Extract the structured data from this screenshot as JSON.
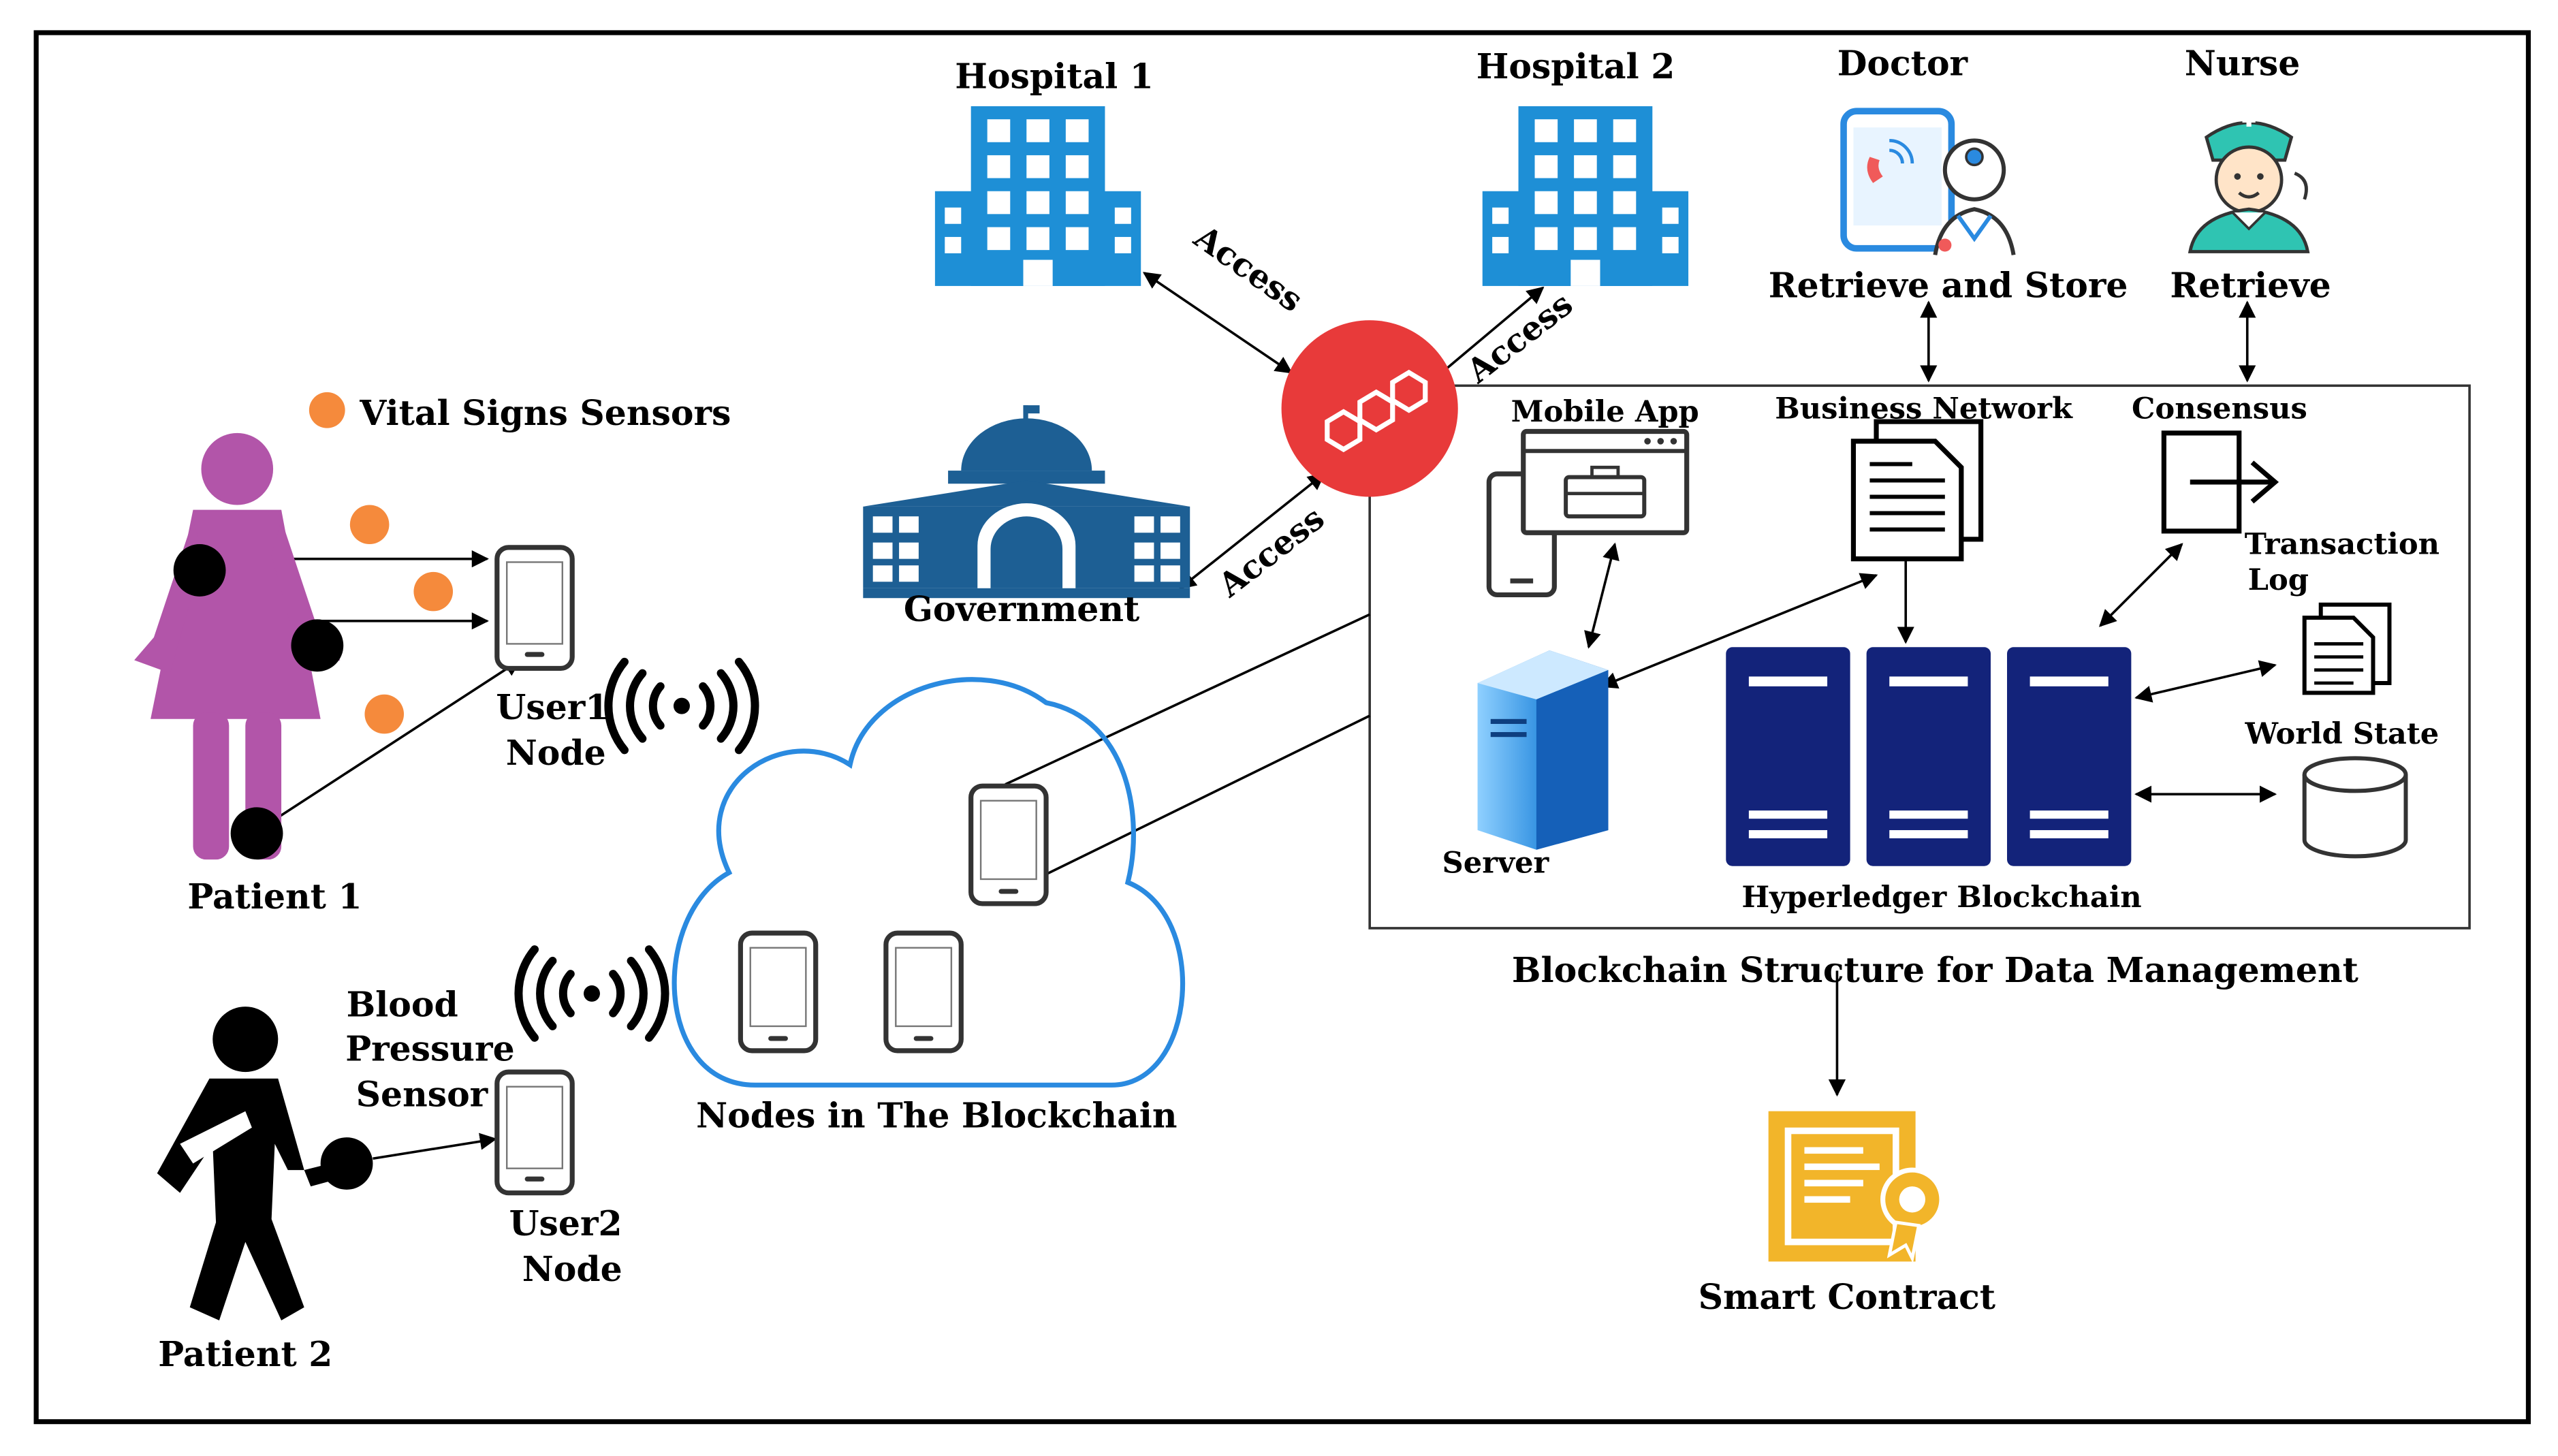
{
  "labels": {
    "hospital1": "Hospital 1",
    "hospital2": "Hospital 2",
    "doctor": "Doctor",
    "nurse": "Nurse",
    "government": "Government",
    "vital_signs_sensors": "Vital Signs Sensors",
    "patient1": "Patient 1",
    "patient2": "Patient 2",
    "user1_node_line1": "User1",
    "user1_node_line2": "Node",
    "user2_node_line1": "User2",
    "user2_node_line2": "Node",
    "bp_sensor_line1": "Blood",
    "bp_sensor_line2": "Pressure",
    "bp_sensor_line3": "Sensor",
    "nodes_in_blockchain": "Nodes in The Blockchain",
    "access_hospital1": "Access",
    "access_hospital2": "Access",
    "access_government": "Access",
    "retrieve_and_store": "Retrieve and Store",
    "retrieve": "Retrieve",
    "mobile_app": "Mobile App",
    "business_network": "Business Network",
    "consensus": "Consensus",
    "transaction_log_line1": "Transaction",
    "transaction_log_line2": "Log",
    "world_state": "World State",
    "server": "Server",
    "hyperledger_blockchain": "Hyperledger Blockchain",
    "blockchain_structure": "Blockchain Structure for Data Management",
    "smart_contract": "Smart Contract"
  },
  "icons": {
    "hospital": "hospital-building-icon",
    "government": "government-building-icon",
    "doctor": "doctor-phone-icon",
    "nurse": "nurse-icon",
    "blockchain_hub": "blockchain-hub-icon",
    "patient_female": "female-patient-icon",
    "patient_injured": "injured-patient-icon",
    "smartphone": "smartphone-icon",
    "wireless": "wireless-signal-icon",
    "cloud": "cloud-icon",
    "mobile_app": "mobile-app-icon",
    "business_network": "documents-icon",
    "consensus": "consensus-icon",
    "transaction_log": "transaction-log-icon",
    "world_state": "database-icon",
    "server": "server-icon",
    "hyperledger": "server-rack-icon",
    "smart_contract": "certificate-icon"
  },
  "colors": {
    "building_blue": "#1E8FD6",
    "government_blue": "#1D5F94",
    "hub_red": "#E83A3A",
    "patient_purple": "#B255A9",
    "sensor_orange": "#F58A3C",
    "cloud_blue": "#2A8AE0",
    "rack_navy": "#13237A",
    "server_blue": "#2F8FE0",
    "certificate_gold": "#F2B52A",
    "nurse_teal": "#2FC4B2"
  }
}
